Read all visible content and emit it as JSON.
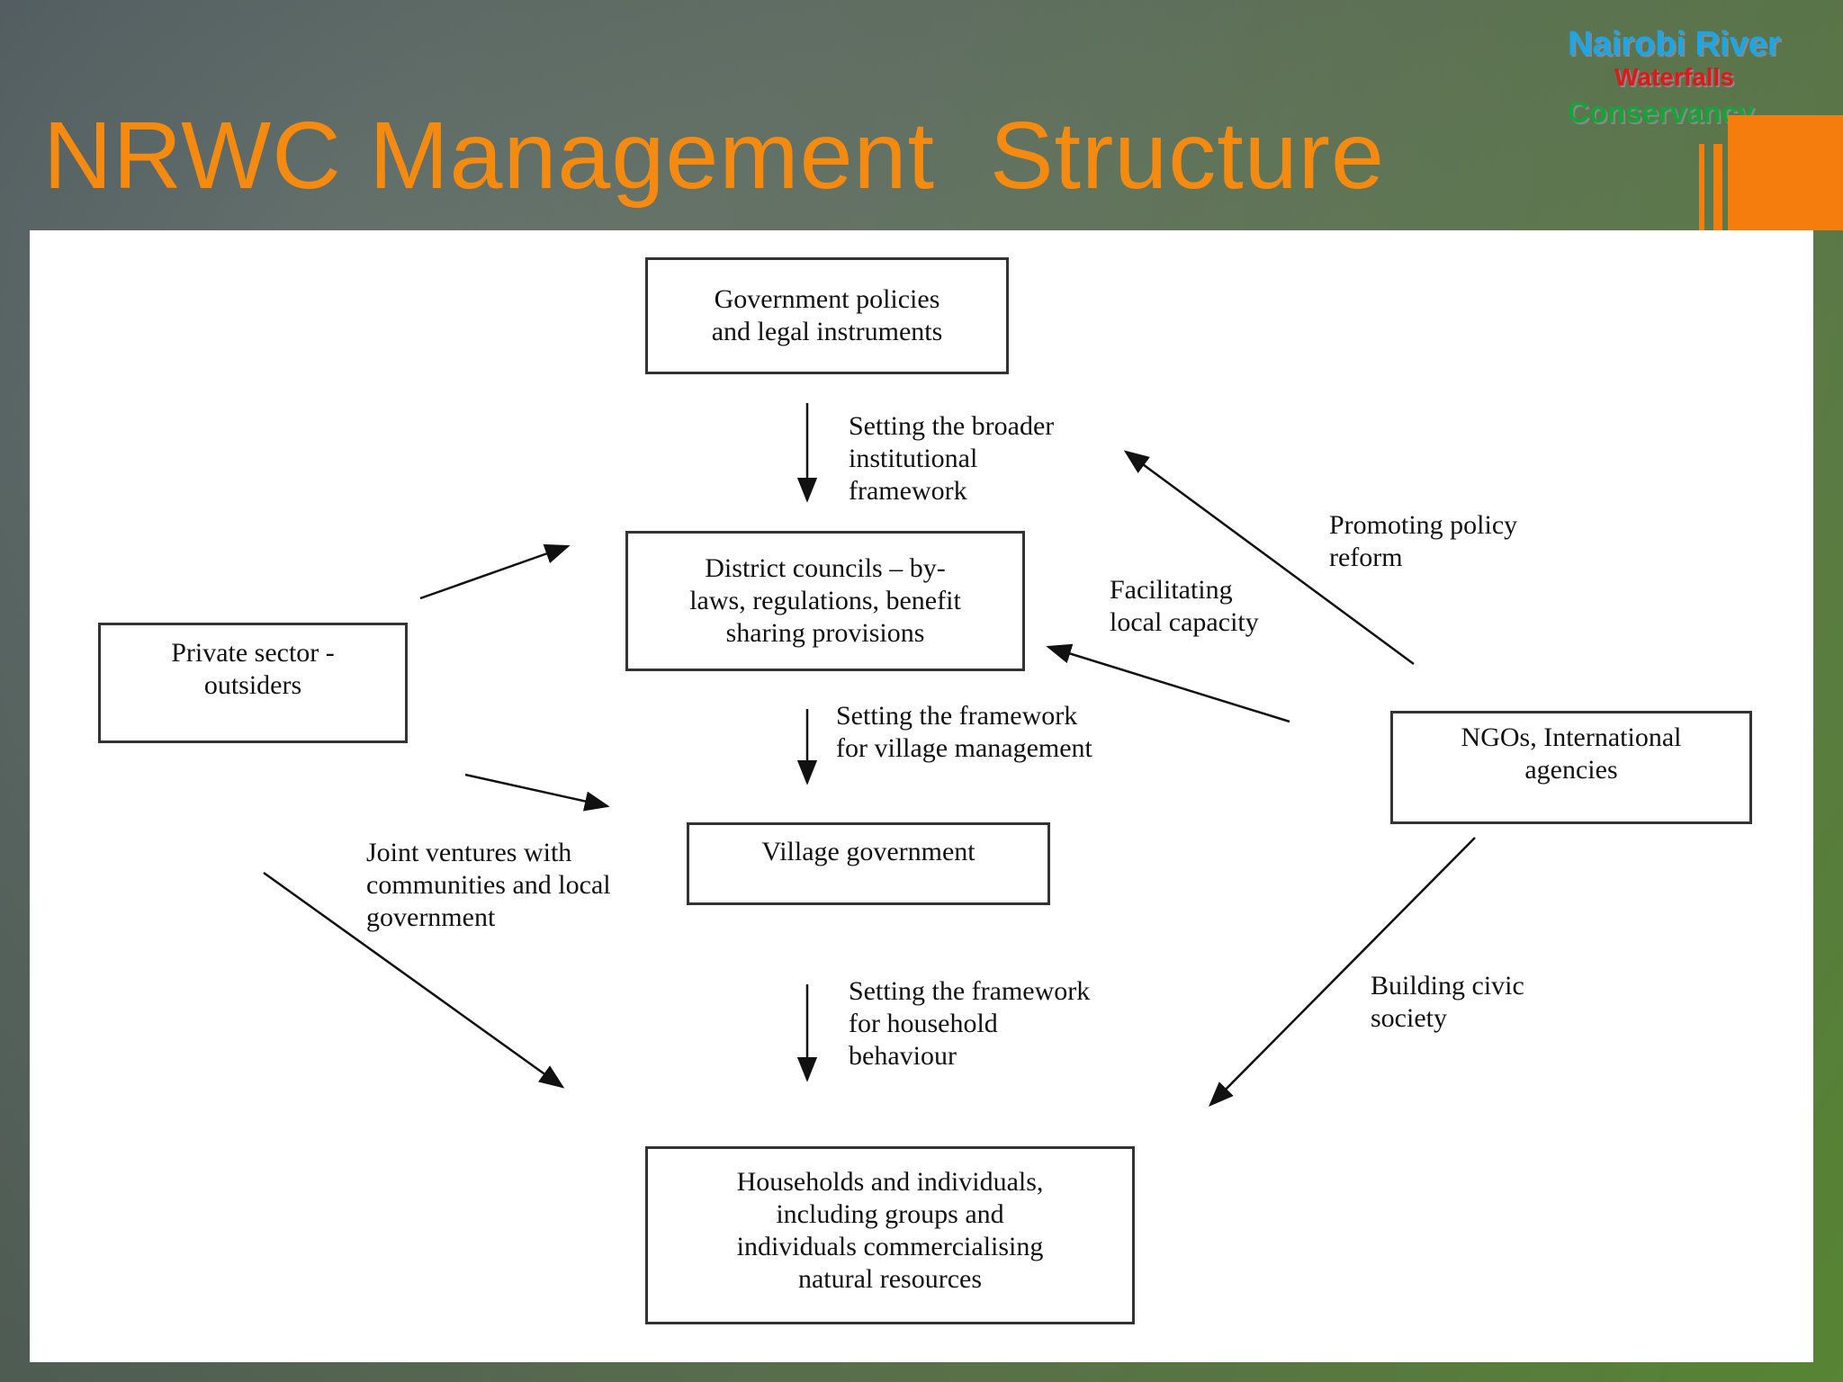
{
  "slide": {
    "title": "NRWC Management  Structure",
    "logo": {
      "line1": "Nairobi River",
      "line2": "Waterfalls",
      "line3": "Conservancy"
    }
  },
  "diagram": {
    "nodes": {
      "government": "Government policies\nand legal instruments",
      "district": "District councils – by-\nlaws, regulations, benefit\nsharing provisions",
      "private": "Private sector -\noutsiders",
      "ngos": "NGOs, International\nagencies",
      "village": "Village government",
      "households": "Households and individuals,\nincluding groups and\nindividuals commercialising\nnatural resources"
    },
    "edge_labels": {
      "broader": "Setting the broader\ninstitutional\nframework",
      "policy_reform": "Promoting policy\nreform",
      "local_capacity": "Facilitating\nlocal capacity",
      "village_mgmt": "Setting the framework\nfor village management",
      "joint_ventures": "Joint ventures with\ncommunities and local\ngovernment",
      "household_behaviour": "Setting the framework\nfor household\nbehaviour",
      "civic_society": "Building civic\nsociety"
    }
  },
  "colors": {
    "title": "#f58a10",
    "accent": "#f47d0d",
    "logo_line1": "#1aa6e8",
    "logo_line2": "#e01818",
    "logo_line3": "#17a33a"
  }
}
